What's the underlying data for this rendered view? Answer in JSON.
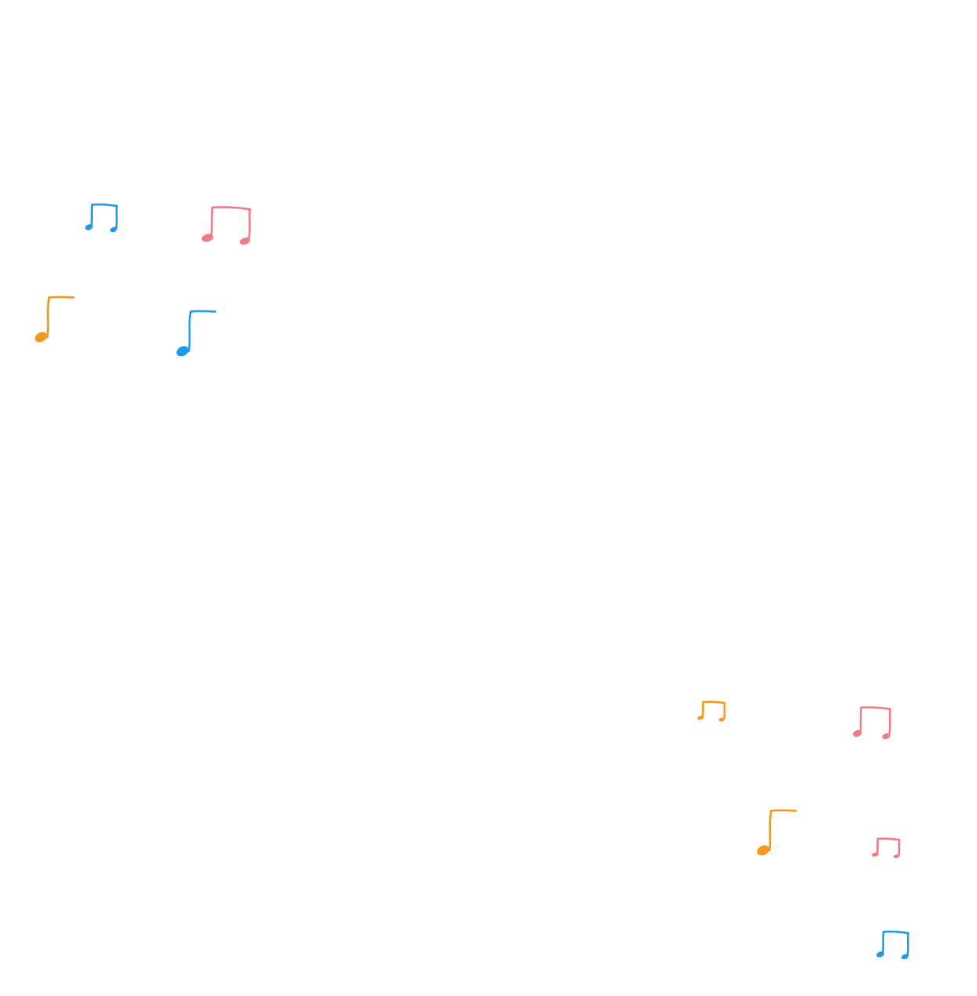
{
  "scene": {
    "background": "#ffffff",
    "palette": {
      "blue": "#1e9be8",
      "pink": "#f07a86",
      "orange": "#f39a1e"
    },
    "notes": [
      {
        "name": "beamed-eighth-notes-icon",
        "kind": "beamed",
        "color": "blue"
      },
      {
        "name": "beamed-eighth-notes-icon",
        "kind": "beamed",
        "color": "pink"
      },
      {
        "name": "eighth-note-icon",
        "kind": "single",
        "color": "orange"
      },
      {
        "name": "eighth-note-icon",
        "kind": "single",
        "color": "blue"
      },
      {
        "name": "beamed-eighth-notes-icon",
        "kind": "beamed",
        "color": "orange"
      },
      {
        "name": "beamed-eighth-notes-icon",
        "kind": "beamed",
        "color": "pink"
      },
      {
        "name": "eighth-note-icon",
        "kind": "single",
        "color": "orange"
      },
      {
        "name": "beamed-eighth-notes-icon",
        "kind": "beamed",
        "color": "pink"
      },
      {
        "name": "beamed-eighth-notes-icon",
        "kind": "beamed",
        "color": "blue"
      }
    ]
  }
}
